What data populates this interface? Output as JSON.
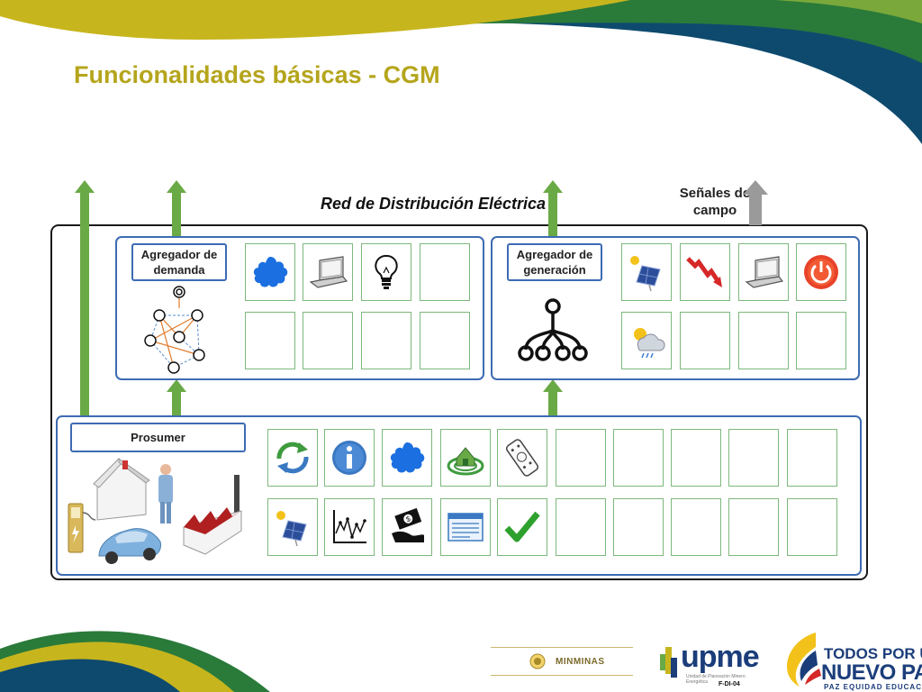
{
  "slide": {
    "title": "Funcionalidades básicas - CGM",
    "network_title": "Red de Distribución Eléctrica",
    "field_signals": "Señales de campo"
  },
  "panels": {
    "demand_aggregator": {
      "label": "Agregador de demanda"
    },
    "generation_aggregator": {
      "label": "Agregador de generación"
    },
    "prosumer": {
      "label": "Prosumer"
    }
  },
  "icons": {
    "demand_row1": [
      "cloud-icon",
      "laptop-icon",
      "lightbulb-icon",
      "empty"
    ],
    "demand_row2": [
      "empty",
      "empty",
      "empty",
      "empty"
    ],
    "generation_row1": [
      "solar-panel-icon",
      "falling-chart-icon",
      "laptop-icon",
      "power-button-icon"
    ],
    "generation_row2": [
      "weather-icon",
      "empty",
      "empty",
      "empty"
    ],
    "prosumer_row1": [
      "recycle-arrows-icon",
      "info-icon",
      "cloud-icon",
      "smart-home-icon",
      "remote-control-icon",
      "empty",
      "empty",
      "empty",
      "empty",
      "empty"
    ],
    "prosumer_row2": [
      "solar-panel-icon",
      "line-chart-icon",
      "payment-icon",
      "invoice-icon",
      "checkmark-icon",
      "empty",
      "empty",
      "empty",
      "empty",
      "empty"
    ]
  },
  "colors": {
    "title": "#b5a51c",
    "panel_border": "#3d6bb3",
    "arrow_green": "#6aaa46",
    "arrow_gray": "#9a9a9a",
    "cell_border": "#7db87d"
  },
  "footer": {
    "minminas": "MINMINAS",
    "upme": "upme",
    "upme_sub": "Unidad de Planeación Minero Energética",
    "form_code": "F-DI-04",
    "slogan_line1": "TODOS POR UN",
    "slogan_line2": "NUEVO PAÍS",
    "slogan_line3": "PAZ  EQUIDAD  EDUCACIÓN"
  }
}
